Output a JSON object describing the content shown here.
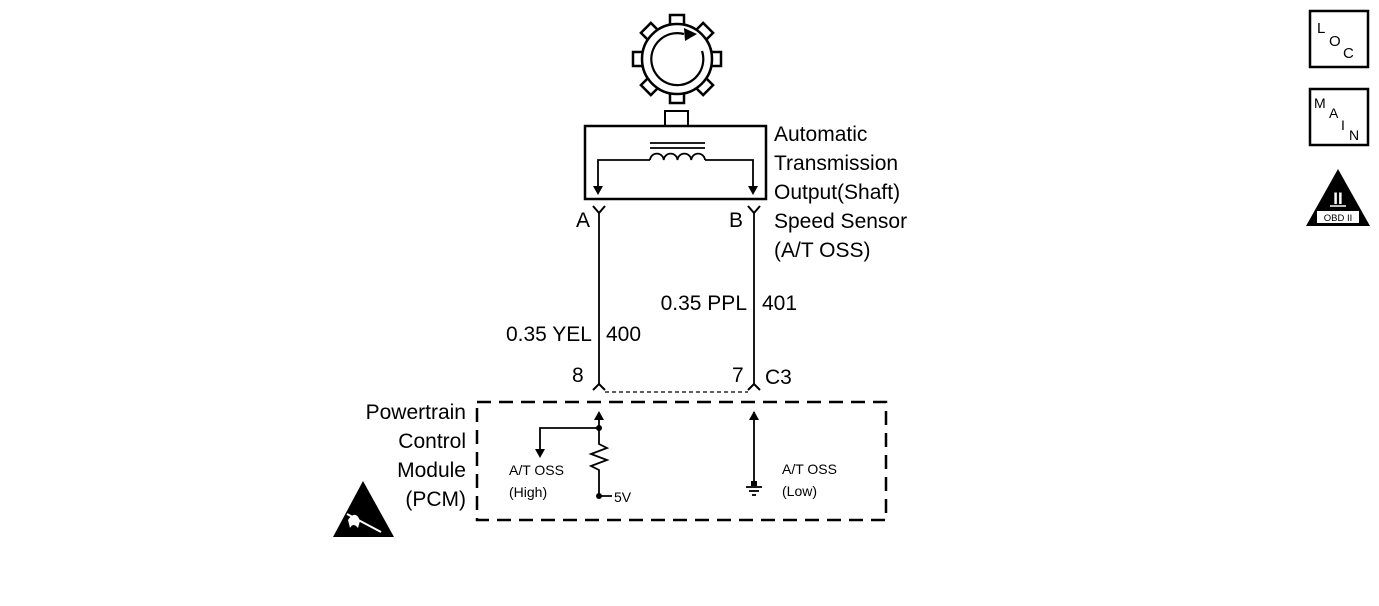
{
  "sensor": {
    "name_lines": [
      "Automatic",
      "Transmission",
      "Output(Shaft)",
      "Speed Sensor",
      "(A/T OSS)"
    ],
    "pin_a": "A",
    "pin_b": "B"
  },
  "wires": {
    "left": {
      "gauge_color": "0.35 YEL",
      "circuit": "400"
    },
    "right": {
      "gauge_color": "0.35 PPL",
      "circuit": "401"
    }
  },
  "connector": {
    "pin_left": "8",
    "pin_right": "7",
    "name": "C3"
  },
  "pcm": {
    "name_lines": [
      "Powertrain",
      "Control",
      "Module",
      "(PCM)"
    ],
    "high_label_lines": [
      "A/T OSS",
      "(High)"
    ],
    "low_label_lines": [
      "A/T OSS",
      "(Low)"
    ],
    "voltage": "5V"
  },
  "nav": {
    "loc": {
      "letters": [
        "L",
        "O",
        "C"
      ]
    },
    "main": {
      "letters": [
        "M",
        "A",
        "I",
        "N"
      ]
    },
    "obd": {
      "numeral": "II",
      "text": "OBD II"
    }
  },
  "icons": {
    "reluctor": "reluctor-wheel-icon",
    "esd": "esd-warning-icon"
  }
}
